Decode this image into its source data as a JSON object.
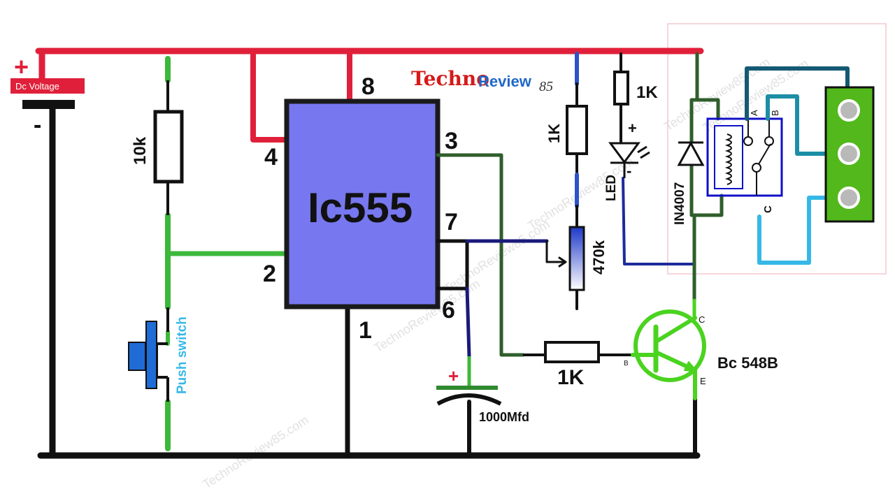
{
  "colors": {
    "supply_rail": "#e0203a",
    "ground_rail": "#111111",
    "trigger_wire": "#3db83a",
    "output_wire": "#2f5e2b",
    "threshold_wire": "#1a1a7a",
    "led_wire": "#1e2b9a",
    "ic_body": "#7777ef",
    "ic_border": "#1a1a1a",
    "transistor": "#4ad31f",
    "switch": "#1f6cd6",
    "relay_box": "#1010c8",
    "terminal_block": "#52b81b",
    "relay_wire_a": "#155a74",
    "relay_wire_b": "#1c8ea5",
    "relay_wire_c": "#35b8e6",
    "brand_red": "#d51a1a",
    "brand_blue": "#2168c7",
    "watermark": "#c9c9c9"
  },
  "supply": {
    "plus_sign": "+",
    "label": "Dc Voltage",
    "minus_sign": "-"
  },
  "brand": {
    "techno": "Techno",
    "review": "Review",
    "num": "85"
  },
  "ic": {
    "name": "Ic555",
    "pins": {
      "p1": "1",
      "p2": "2",
      "p3": "3",
      "p4": "4",
      "p6": "6",
      "p7": "7",
      "p8": "8"
    }
  },
  "components": {
    "r_trigger": "10k",
    "push_switch": "Push switch",
    "r_top": "1K",
    "pot": "470k",
    "r_led": "1K",
    "led": "LED",
    "led_plus": "+",
    "led_minus": "-",
    "r_base": "1K",
    "capacitor": "1000Mfd",
    "cap_plus": "+",
    "diode": "IN4007",
    "transistor": "Bc 548B",
    "pin_c": "C",
    "pin_b": "B",
    "pin_e": "E"
  },
  "relay": {
    "term_a": "A",
    "term_b": "B",
    "term_c": "C"
  },
  "watermarks": [
    "TechnoReview85.com",
    "TechnoReview85.com",
    "TechnoReview85.com",
    "TechnoReview85.com",
    "TechnoReview85.com",
    "TechnoReview85.com"
  ]
}
